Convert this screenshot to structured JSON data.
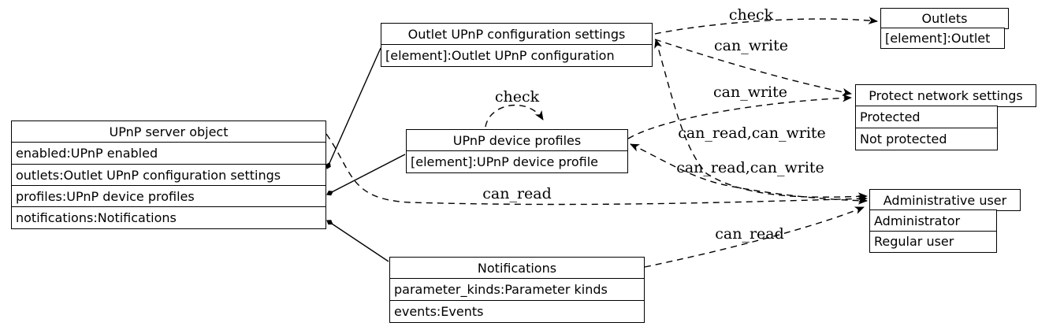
{
  "diagram": {
    "colors": {
      "line": "#000000",
      "background": "#ffffff",
      "node_fill": "#ffffff"
    },
    "nodes": {
      "server": {
        "title": "UPnP server object",
        "rows": [
          "enabled:UPnP enabled",
          "outlets:Outlet UPnP configuration settings",
          "profiles:UPnP device profiles",
          "notifications:Notifications"
        ]
      },
      "outlet_config": {
        "title": "Outlet UPnP configuration settings",
        "rows": [
          "[element]:Outlet UPnP configuration"
        ]
      },
      "device_profiles": {
        "title": "UPnP device profiles",
        "rows": [
          "[element]:UPnP device profile"
        ]
      },
      "notifications": {
        "title": "Notifications",
        "rows": [
          "parameter_kinds:Parameter kinds",
          "events:Events"
        ]
      },
      "outlets": {
        "title": "Outlets",
        "rows": [
          "[element]:Outlet"
        ]
      },
      "protect": {
        "title": "Protect network settings",
        "rows": [
          "Protected",
          "Not protected"
        ]
      },
      "admin": {
        "title": "Administrative user",
        "rows": [
          "Administrator",
          "Regular user"
        ]
      }
    },
    "edges": [
      {
        "from": "outlet_config",
        "to": "outlets",
        "label": "check",
        "style": "dashed"
      },
      {
        "from": "outlet_config",
        "to": "protect",
        "label": "can_write",
        "style": "dashed"
      },
      {
        "from": "device_profiles",
        "to": "protect",
        "label": "can_write",
        "style": "dashed"
      },
      {
        "from": "outlet_config",
        "to": "admin",
        "label": "can_read,can_write",
        "style": "dashed-both"
      },
      {
        "from": "device_profiles",
        "to": "admin",
        "label": "can_read,can_write",
        "style": "dashed-both"
      },
      {
        "from": "server",
        "to": "admin",
        "label": "can_read",
        "style": "dashed"
      },
      {
        "from": "notifications",
        "to": "admin",
        "label": "can_read",
        "style": "dashed"
      },
      {
        "from": "device_profiles",
        "to": "device_profiles",
        "label": "check",
        "style": "dashed-selfloop"
      },
      {
        "from": "server",
        "to": "outlet_config",
        "label": "",
        "style": "solid-diamond"
      },
      {
        "from": "server",
        "to": "device_profiles",
        "label": "",
        "style": "solid-diamond"
      },
      {
        "from": "server",
        "to": "notifications",
        "label": "",
        "style": "solid-diamond"
      }
    ]
  }
}
